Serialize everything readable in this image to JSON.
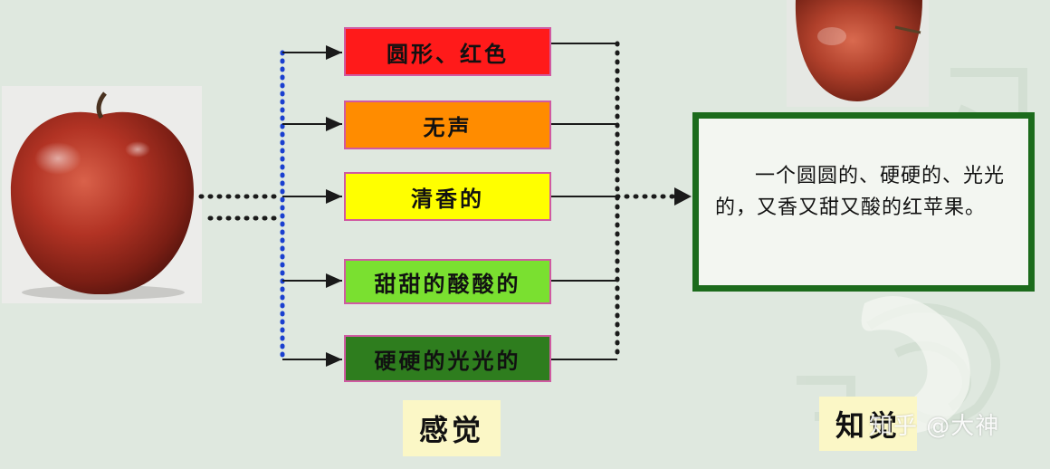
{
  "senses": [
    {
      "label": "圆形、红色",
      "bg": "#ff1a1a",
      "color": "#111111"
    },
    {
      "label": "无声",
      "bg": "#ff8c00",
      "color": "#111111"
    },
    {
      "label": "清香的",
      "bg": "#ffff00",
      "color": "#111111"
    },
    {
      "label": "甜甜的酸酸的",
      "bg": "#7ae030",
      "color": "#111111"
    },
    {
      "label": "硬硬的光光的",
      "bg": "#2e7d1e",
      "color": "#111111"
    }
  ],
  "perception": {
    "text": "一个圆圆的、硬硬的、光光的，又香又甜又酸的红苹果。",
    "border_color": "#1c6b1c"
  },
  "captions": {
    "sensation": "感觉",
    "perception": "知觉"
  },
  "watermark": "知乎 @大神",
  "colors": {
    "background": "#dfe8df",
    "connector": "#1a1a1a",
    "dotted_blue": "#1a3fd0",
    "box_border": "#d05aa2"
  }
}
